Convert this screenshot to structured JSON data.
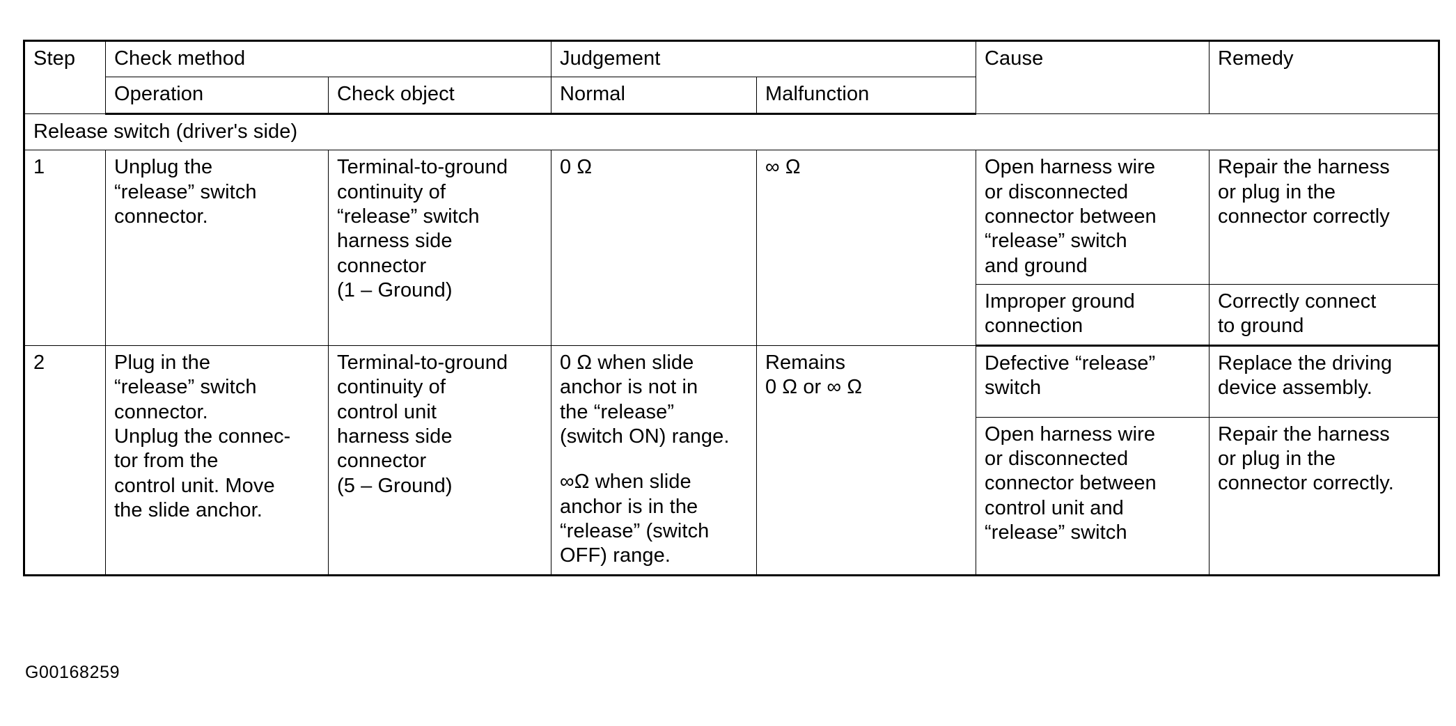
{
  "document": {
    "footer_code": "G00168259"
  },
  "table": {
    "headers": {
      "step": "Step",
      "check_method": "Check  method",
      "operation": "Operation",
      "check_object": "Check  object",
      "judgement": "Judgement",
      "normal": "Normal",
      "malfunction": "Malfunction",
      "cause": "Cause",
      "remedy": "Remedy"
    },
    "section_title": "Release switch (driver's side)",
    "steps": [
      {
        "number": "1",
        "operation": "Unplug the\n“release” switch\nconnector.",
        "check_object": "Terminal-to-ground\ncontinuity of\n“release” switch\nharness side\nconnector\n(1 – Ground)",
        "normal": "0 Ω",
        "malfunction": "∞ Ω",
        "outcomes": [
          {
            "cause": "Open harness wire\nor disconnected\nconnector between\n“release” switch\nand ground",
            "remedy": "Repair the harness\nor plug in the\nconnector correctly"
          },
          {
            "cause": "Improper ground\nconnection",
            "remedy": "Correctly connect\nto ground"
          }
        ]
      },
      {
        "number": "2",
        "operation": "Plug in the\n“release” switch\nconnector.\nUnplug the connec-\ntor from the\ncontrol unit. Move\nthe slide anchor.",
        "check_object": "Terminal-to-ground\ncontinuity of\ncontrol unit\nharness side\nconnector\n(5 – Ground)",
        "normal_part_1": "0 Ω when slide\nanchor is not in\nthe “release”\n(switch ON) range.",
        "normal_part_2": "∞Ω when slide\nanchor is in the\n“release” (switch\nOFF) range.",
        "malfunction": "Remains\n0 Ω or ∞ Ω",
        "outcomes": [
          {
            "cause": "Defective “release”\nswitch",
            "remedy": "Replace the driving\ndevice assembly."
          },
          {
            "cause": "Open harness wire\nor disconnected\nconnector between\ncontrol unit and\n“release” switch",
            "remedy": "Repair the harness\nor plug in the\nconnector correctly."
          }
        ]
      }
    ]
  }
}
